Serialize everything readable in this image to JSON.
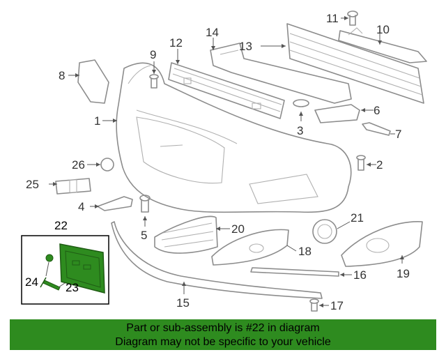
{
  "callouts": {
    "c1": "1",
    "c2": "2",
    "c3": "3",
    "c4": "4",
    "c5": "5",
    "c6": "6",
    "c7": "7",
    "c8": "8",
    "c9": "9",
    "c10": "10",
    "c11": "11",
    "c12": "12",
    "c13": "13",
    "c14": "14",
    "c15": "15",
    "c16": "16",
    "c17": "17",
    "c18": "18",
    "c19": "19",
    "c20": "20",
    "c21": "21",
    "c22": "22",
    "c23": "23",
    "c24": "24",
    "c25": "25",
    "c26": "26"
  },
  "banner": {
    "line1": "Part or sub-assembly is #22 in diagram",
    "line2": "Diagram may not be specific to your vehicle"
  },
  "colors": {
    "banner": "#2e8b1f",
    "highlight_part": "#2e8b1f",
    "line_art": "#8c8c8c"
  }
}
